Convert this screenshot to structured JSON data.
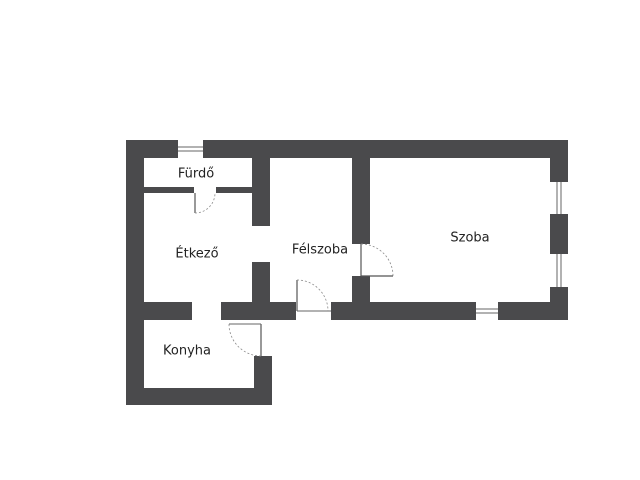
{
  "rooms": {
    "furdo": "Fürdő",
    "etkezo": "Étkező",
    "felszoba": "Félszoba",
    "szoba": "Szoba",
    "konyha": "Konyha"
  },
  "colors": {
    "wall": "#4a4a4c",
    "background": "#ffffff"
  }
}
